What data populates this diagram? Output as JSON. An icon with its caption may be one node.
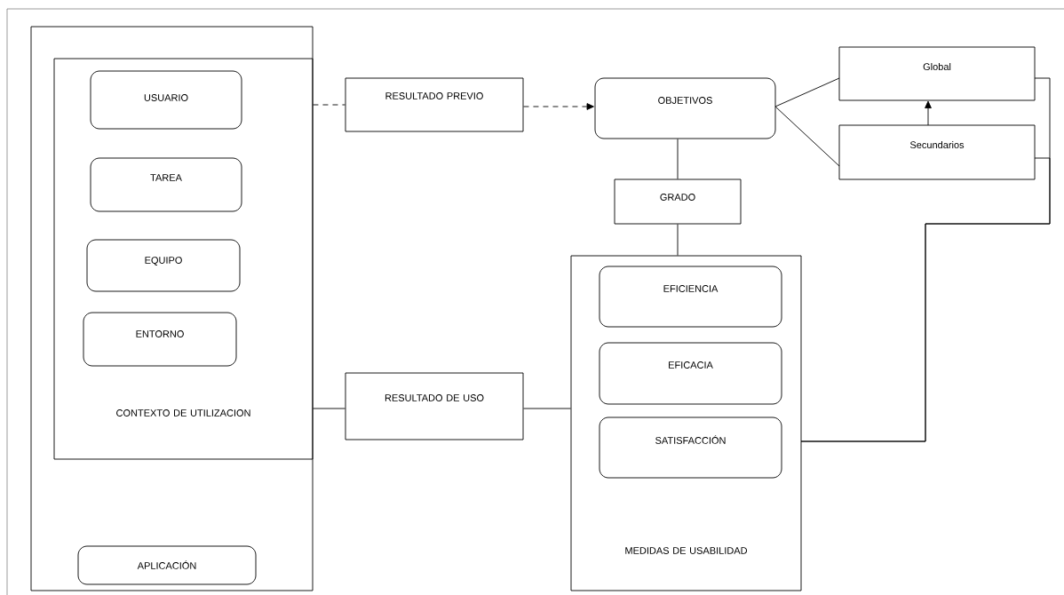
{
  "diagram": {
    "nodes": [
      {
        "text": [],
        "shape": "box"
      },
      {
        "text": [
          "CONTEXTO DE UTILIZACION"
        ],
        "in": 0
      },
      {
        "text": [
          "USUARIO"
        ],
        "in": 1
      },
      {
        "text": [
          "TAREA"
        ],
        "in": 1
      },
      {
        "text": [
          "EQUIPO"
        ],
        "in": 1
      },
      {
        "text": [
          "ENTORNO"
        ],
        "in": 1
      },
      {
        "text": [
          "APLICACIÓN"
        ],
        "in": 0
      },
      {
        "text": [
          "RESULTADO PREVIO"
        ]
      },
      {
        "text": [
          "OBJETIVOS"
        ]
      },
      {
        "text": [
          "Global"
        ]
      },
      {
        "text": [
          "Secundarios"
        ]
      },
      {
        "text": [
          "GRADO"
        ]
      },
      {
        "text": [
          "MEDIDAS DE USABILIDAD"
        ]
      },
      {
        "text": [
          "EFICIENCIA"
        ],
        "in": 12
      },
      {
        "text": [
          "EFICACIA"
        ],
        "in": 12
      },
      {
        "text": [
          "SATISFACCIÓN"
        ],
        "in": 12
      },
      {
        "text": [
          "RESULTADO DE USO"
        ]
      }
    ],
    "edges": [
      {
        "from": 1,
        "to": 7,
        "arrow": "none",
        "style": "dashed"
      },
      {
        "from": 7,
        "to": 8,
        "arrow": "to",
        "style": "dashed"
      },
      {
        "from": 8,
        "to": 9,
        "arrow": "none"
      },
      {
        "from": 8,
        "to": 10,
        "arrow": "none"
      },
      {
        "from": 10,
        "to": 9,
        "arrow": "to"
      },
      {
        "from": 8,
        "to": 11,
        "arrow": "none"
      },
      {
        "from": 11,
        "to": 12,
        "arrow": "none"
      },
      {
        "from": 1,
        "to": 16,
        "arrow": "none"
      },
      {
        "from": 16,
        "to": 12,
        "arrow": "none"
      },
      {
        "from": 12,
        "to": 9,
        "arrow": "none"
      },
      {
        "from": 12,
        "to": 10,
        "arrow": "none"
      }
    ]
  }
}
